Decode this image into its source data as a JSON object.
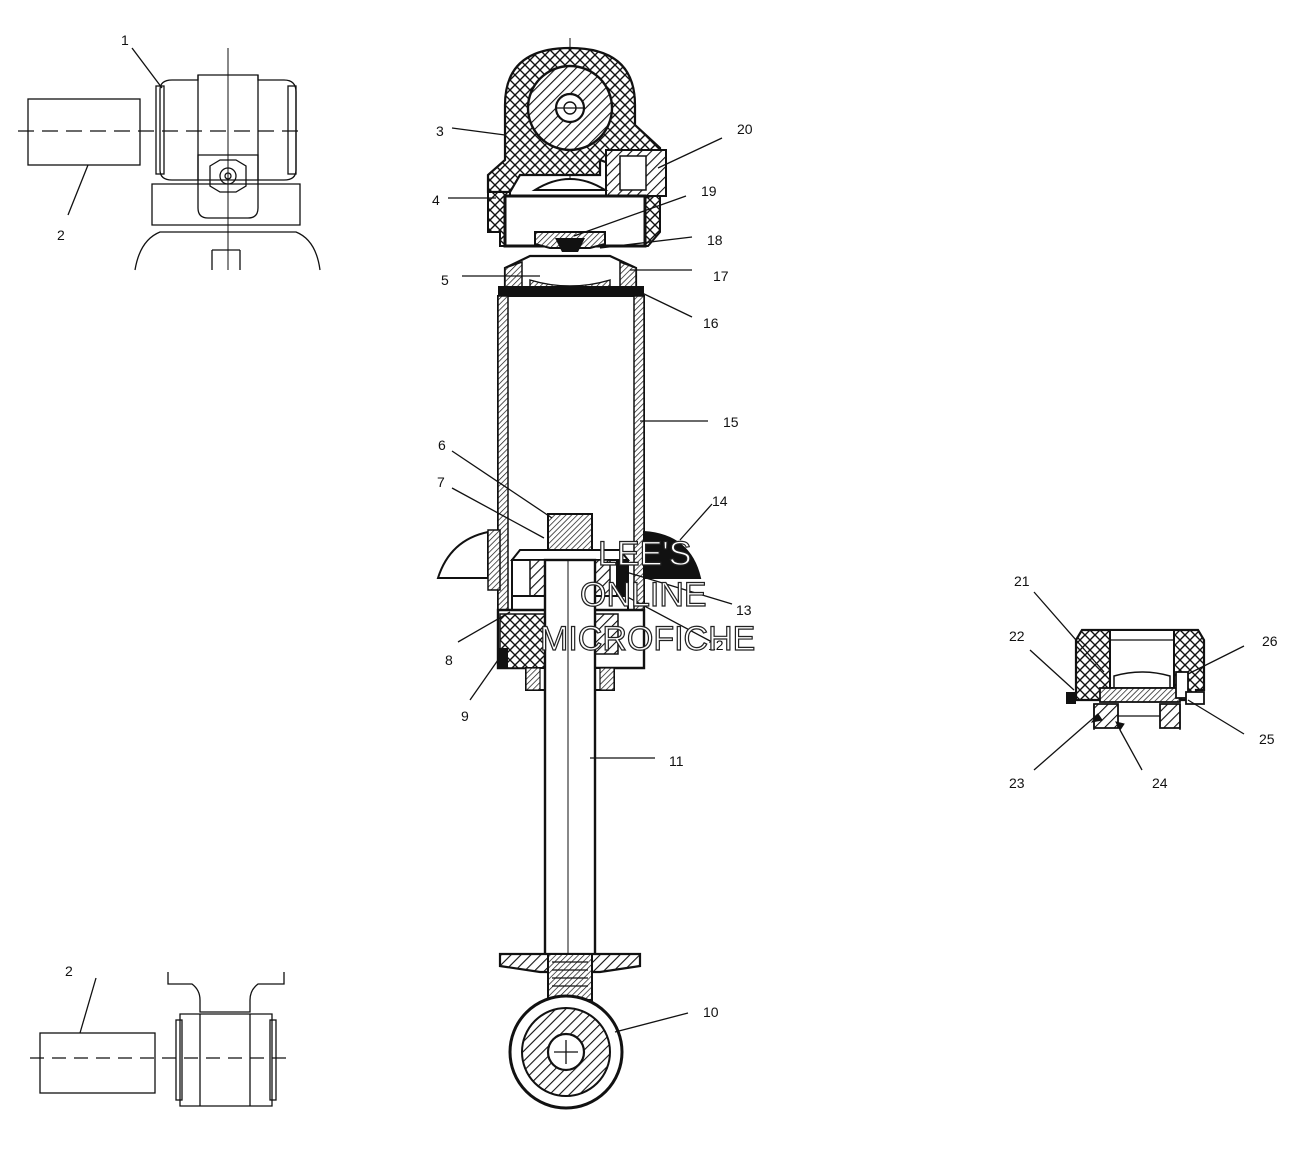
{
  "callouts": [
    "1",
    "2",
    "3",
    "4",
    "5",
    "6",
    "7",
    "8",
    "9",
    "10",
    "11",
    "12",
    "13",
    "14",
    "15",
    "16",
    "17",
    "18",
    "19",
    "20",
    "21",
    "22",
    "23",
    "24",
    "25",
    "26",
    "2"
  ],
  "watermark": [
    "LEE'S",
    "ONLINE",
    "MICROFICHE"
  ],
  "colors": {
    "ink": "#111111",
    "paper": "#ffffff"
  }
}
